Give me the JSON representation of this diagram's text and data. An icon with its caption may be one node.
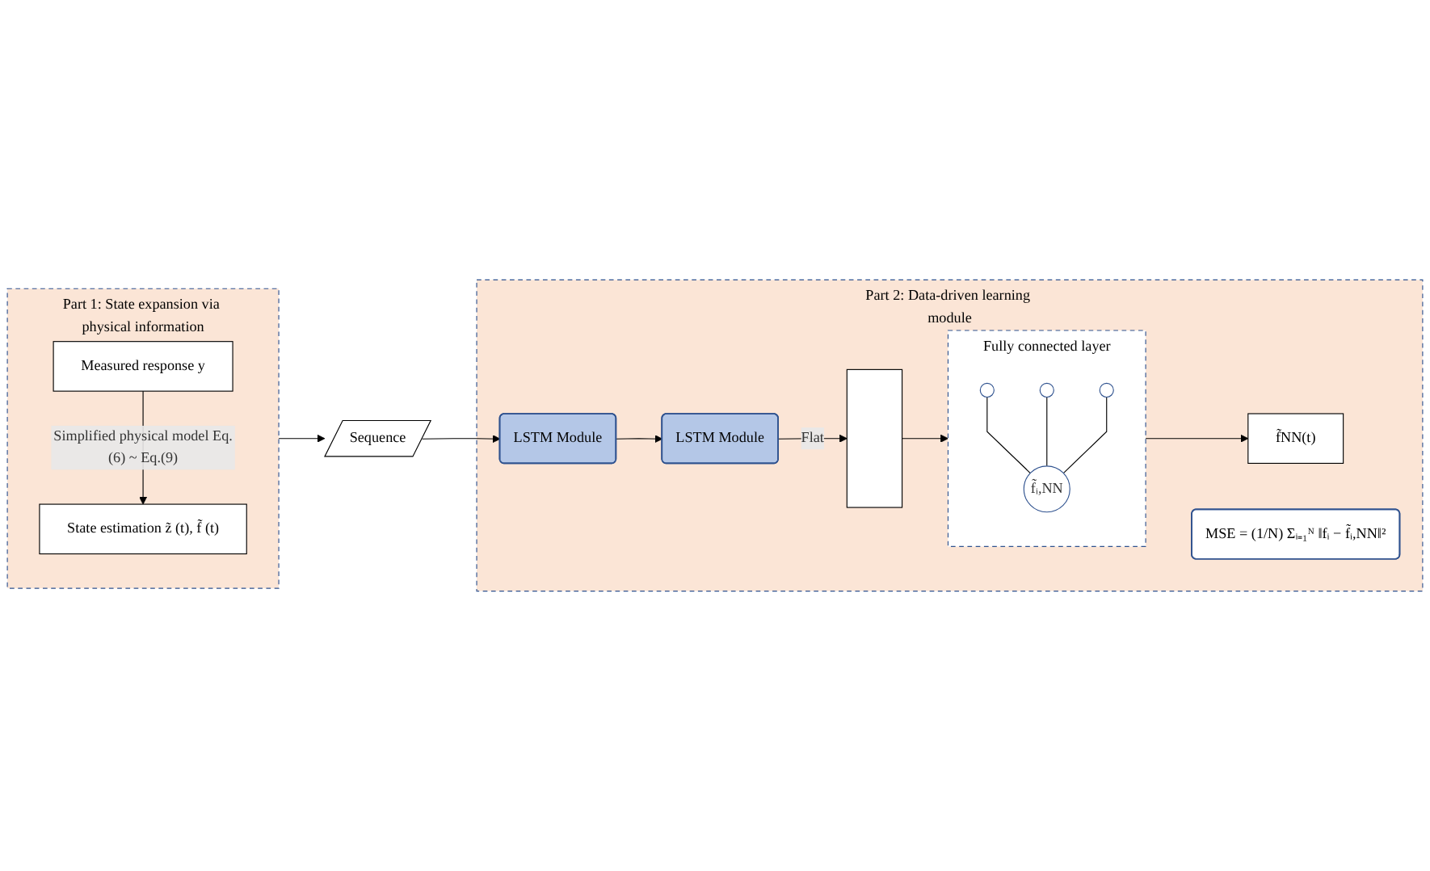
{
  "diagram": {
    "nodes": [
      {
        "text": [
          "Part 1: State expansion via physical information"
        ]
      },
      {
        "text": [
          "Measured response y"
        ],
        "in": 0
      },
      {
        "text": [
          "State estimation z̃ (t), f̃ (t)"
        ],
        "in": 0
      },
      {
        "text": [
          "Sequence"
        ]
      },
      {
        "text": [
          "Part 2: Data-driven learning module"
        ]
      },
      {
        "text": [
          "LSTM Module"
        ],
        "in": 4
      },
      {
        "text": [
          "LSTM Module"
        ],
        "in": 4
      },
      {
        "text": [],
        "shape": "bar",
        "in": 4
      },
      {
        "text": [
          "Fully connected layer"
        ],
        "in": 4
      },
      {
        "text": [],
        "shape": "circle",
        "in": 8
      },
      {
        "text": [],
        "shape": "circle",
        "in": 8
      },
      {
        "text": [],
        "shape": "circle",
        "in": 8
      },
      {
        "text": [
          "f̃ᵢ,NN"
        ],
        "in": 8
      },
      {
        "text": [
          "f̃NN(t)"
        ],
        "in": 4
      },
      {
        "text": [
          "MSE = (1/N) Σᵢ₌₁ᴺ ‖fᵢ − f̃ᵢ,NN‖²"
        ],
        "in": 4
      }
    ],
    "edges": [
      {
        "from": 1,
        "to": 2,
        "arrow": "to",
        "label": "Simplified physical model Eq.(6) ~ Eq.(9)"
      },
      {
        "from": 0,
        "to": 3,
        "arrow": "to"
      },
      {
        "from": 3,
        "to": 5,
        "arrow": "to"
      },
      {
        "from": 5,
        "to": 6,
        "arrow": "to"
      },
      {
        "from": 6,
        "to": 7,
        "arrow": "to",
        "label": "Flat"
      },
      {
        "from": 7,
        "to": 8,
        "arrow": "to"
      },
      {
        "from": 9,
        "to": 12,
        "arrow": "none"
      },
      {
        "from": 10,
        "to": 12,
        "arrow": "none"
      },
      {
        "from": 11,
        "to": 12,
        "arrow": "none"
      },
      {
        "from": 8,
        "to": 13,
        "arrow": "to"
      }
    ]
  }
}
